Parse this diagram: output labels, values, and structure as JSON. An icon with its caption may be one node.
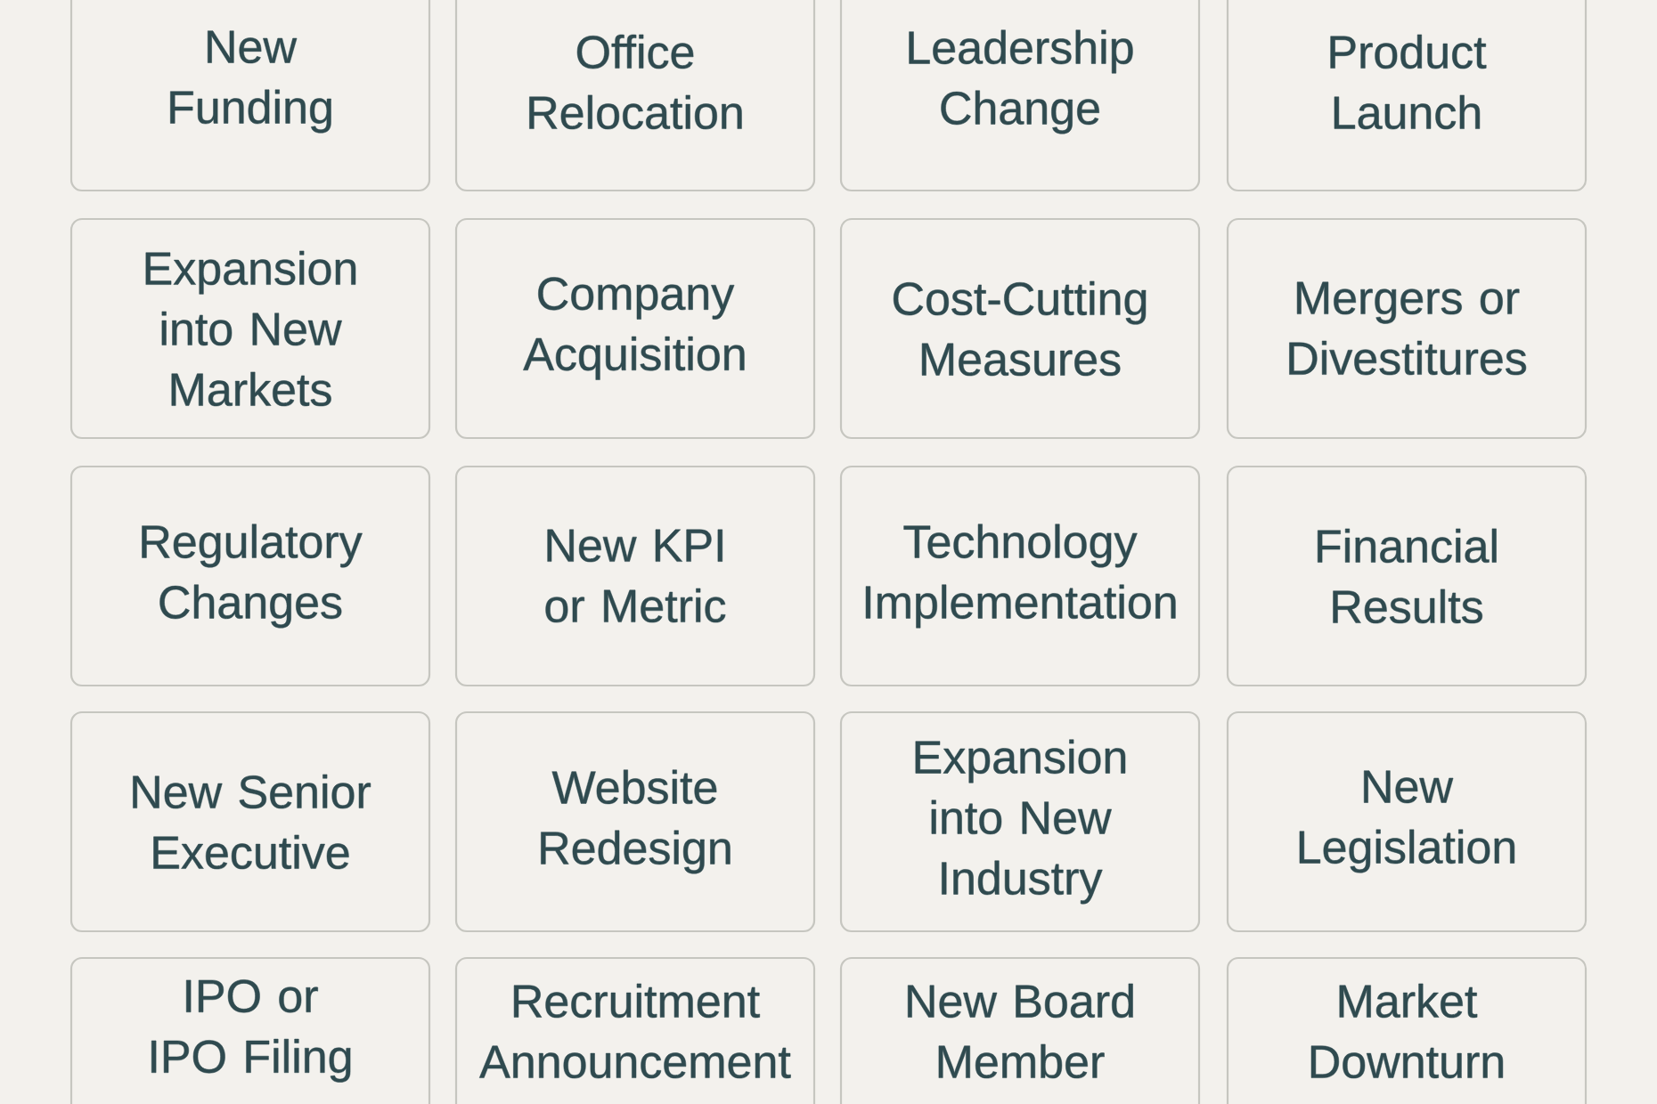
{
  "diagram": {
    "nodes": [
      {
        "text": [
          "New Funding"
        ]
      },
      {
        "text": [
          "Office Relocation"
        ]
      },
      {
        "text": [
          "Leadership Change"
        ]
      },
      {
        "text": [
          "Product Launch"
        ]
      },
      {
        "text": [
          "Expansion into New Markets"
        ]
      },
      {
        "text": [
          "Company Acquisition"
        ]
      },
      {
        "text": [
          "Cost-Cutting Measures"
        ]
      },
      {
        "text": [
          "Mergers or Divestitures"
        ]
      },
      {
        "text": [
          "Regulatory Changes"
        ]
      },
      {
        "text": [
          "New KPI or Metric"
        ]
      },
      {
        "text": [
          "Technology Implementation"
        ]
      },
      {
        "text": [
          "Financial Results"
        ]
      },
      {
        "text": [
          "New Senior Executive"
        ]
      },
      {
        "text": [
          "Website Redesign"
        ]
      },
      {
        "text": [
          "Expansion into New Industry"
        ]
      },
      {
        "text": [
          "New Legislation"
        ]
      },
      {
        "text": [
          "IPO or IPO Filing"
        ]
      },
      {
        "text": [
          "Recruitment Announcement"
        ]
      },
      {
        "text": [
          "New Board Member"
        ]
      },
      {
        "text": [
          "Market Downturn"
        ]
      }
    ]
  }
}
